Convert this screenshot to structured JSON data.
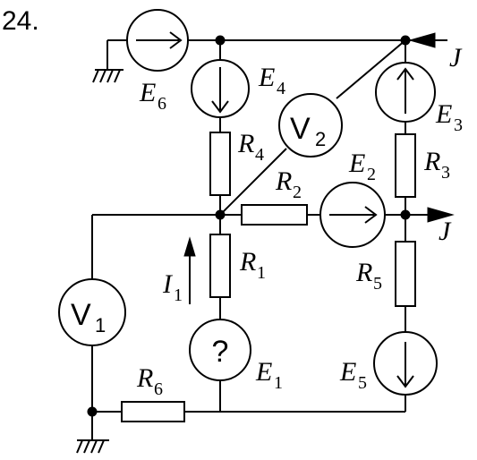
{
  "problem_number": "24.",
  "labels": {
    "E1": {
      "main": "E",
      "sub": "1"
    },
    "E2": {
      "main": "E",
      "sub": "2"
    },
    "E3": {
      "main": "E",
      "sub": "3"
    },
    "E4": {
      "main": "E",
      "sub": "4"
    },
    "E5": {
      "main": "E",
      "sub": "5"
    },
    "E6": {
      "main": "E",
      "sub": "6"
    },
    "R1": {
      "main": "R",
      "sub": "1"
    },
    "R2": {
      "main": "R",
      "sub": "2"
    },
    "R3": {
      "main": "R",
      "sub": "3"
    },
    "R4": {
      "main": "R",
      "sub": "4"
    },
    "R5": {
      "main": "R",
      "sub": "5"
    },
    "R6": {
      "main": "R",
      "sub": "6"
    },
    "I1": {
      "main": "I",
      "sub": "1"
    },
    "J_top": "J",
    "J_right": "J"
  },
  "meters": {
    "V1": {
      "main": "V",
      "sub": "1"
    },
    "V2": {
      "main": "V",
      "sub": "2"
    }
  },
  "unknown_source_symbol": "?"
}
